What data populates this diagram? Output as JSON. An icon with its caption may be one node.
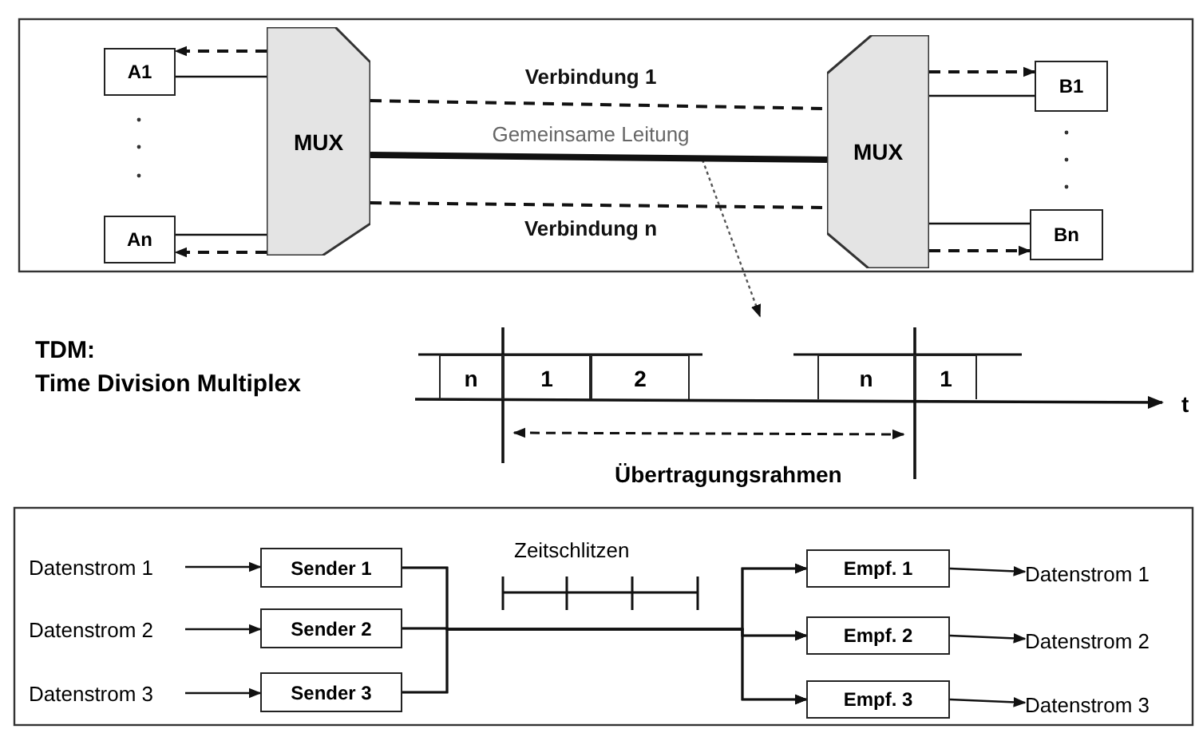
{
  "diagram": {
    "nodes": [
      {
        "text": [
          "A1"
        ]
      },
      {
        "text": [
          "An"
        ]
      },
      {
        "text": [
          "MUX"
        ]
      },
      {
        "text": [
          "MUX"
        ]
      },
      {
        "text": [
          "B1"
        ]
      },
      {
        "text": [
          "Bn"
        ]
      },
      {
        "text": [
          "n"
        ]
      },
      {
        "text": [
          "1"
        ]
      },
      {
        "text": [
          "2"
        ]
      },
      {
        "text": [
          "n"
        ]
      },
      {
        "text": [
          "1"
        ]
      },
      {
        "text": [
          "Datenstrom 1"
        ]
      },
      {
        "text": [
          "Datenstrom 2"
        ]
      },
      {
        "text": [
          "Datenstrom 3"
        ]
      },
      {
        "text": [
          "Sender 1"
        ]
      },
      {
        "text": [
          "Sender 2"
        ]
      },
      {
        "text": [
          "Sender 3"
        ]
      },
      {
        "text": [
          "Empf. 1"
        ]
      },
      {
        "text": [
          "Empf. 2"
        ]
      },
      {
        "text": [
          "Empf. 3"
        ]
      },
      {
        "text": [
          "Datenstrom 1"
        ]
      },
      {
        "text": [
          "Datenstrom 2"
        ]
      },
      {
        "text": [
          "Datenstrom 3"
        ]
      }
    ],
    "edges": [
      {
        "from": 0,
        "to": 2,
        "arrow": "none"
      },
      {
        "from": 2,
        "to": 0,
        "arrow": "to",
        "style": "dashed"
      },
      {
        "from": 1,
        "to": 2,
        "arrow": "none"
      },
      {
        "from": 2,
        "to": 1,
        "arrow": "to",
        "style": "dashed"
      },
      {
        "from": 2,
        "to": 3,
        "arrow": "none",
        "style": "thick",
        "label": "Gemeinsame Leitung"
      },
      {
        "from": 2,
        "to": 3,
        "arrow": "none",
        "style": "dashed",
        "label": "Verbindung 1"
      },
      {
        "from": 2,
        "to": 3,
        "arrow": "none",
        "style": "dashed",
        "label": "Verbindung n"
      },
      {
        "from": 3,
        "to": 4,
        "arrow": "to",
        "style": "dashed"
      },
      {
        "from": 4,
        "to": 3,
        "arrow": "none"
      },
      {
        "from": 3,
        "to": 5,
        "arrow": "to",
        "style": "dashed"
      },
      {
        "from": 5,
        "to": 3,
        "arrow": "none"
      },
      {
        "from": 11,
        "to": 14,
        "arrow": "to"
      },
      {
        "from": 12,
        "to": 15,
        "arrow": "to"
      },
      {
        "from": 13,
        "to": 16,
        "arrow": "to"
      },
      {
        "from": 14,
        "to": 17,
        "arrow": "to"
      },
      {
        "from": 14,
        "to": 18,
        "arrow": "to"
      },
      {
        "from": 14,
        "to": 19,
        "arrow": "to"
      },
      {
        "from": 15,
        "to": 17,
        "arrow": "to"
      },
      {
        "from": 15,
        "to": 18,
        "arrow": "to"
      },
      {
        "from": 15,
        "to": 19,
        "arrow": "to"
      },
      {
        "from": 16,
        "to": 17,
        "arrow": "to"
      },
      {
        "from": 16,
        "to": 18,
        "arrow": "to"
      },
      {
        "from": 16,
        "to": 19,
        "arrow": "to"
      },
      {
        "from": 17,
        "to": 20,
        "arrow": "to"
      },
      {
        "from": 18,
        "to": 21,
        "arrow": "to"
      },
      {
        "from": 19,
        "to": 22,
        "arrow": "to"
      }
    ],
    "labels": [
      "TDM:",
      "Time Division Multiplex",
      "t",
      "Übertragungsrahmen",
      "Zeitschlitzen"
    ]
  }
}
